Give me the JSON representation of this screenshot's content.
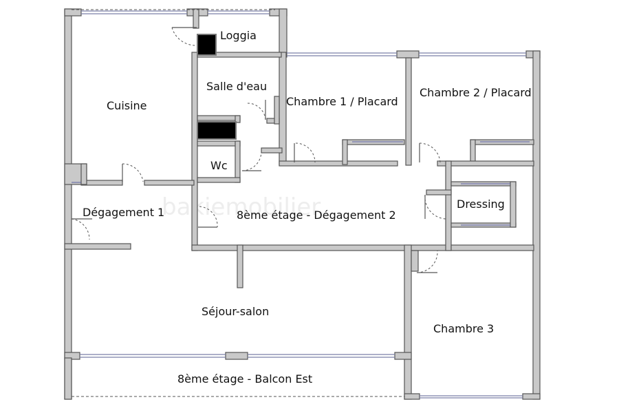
{
  "rooms": {
    "loggia": "Loggia",
    "cuisine": "Cuisine",
    "salle_eau": "Salle d'eau",
    "chambre1": "Chambre 1 / Placard",
    "chambre2": "Chambre 2 / Placard",
    "wc": "Wc",
    "degagement1": "Dégagement 1",
    "degagement2": "8ème étage - Dégagement 2",
    "dressing": "Dressing",
    "sejour": "Séjour-salon",
    "chambre3": "Chambre 3",
    "balcon": "8ème étage - Balcon Est"
  },
  "watermark": "bakiemobilier"
}
